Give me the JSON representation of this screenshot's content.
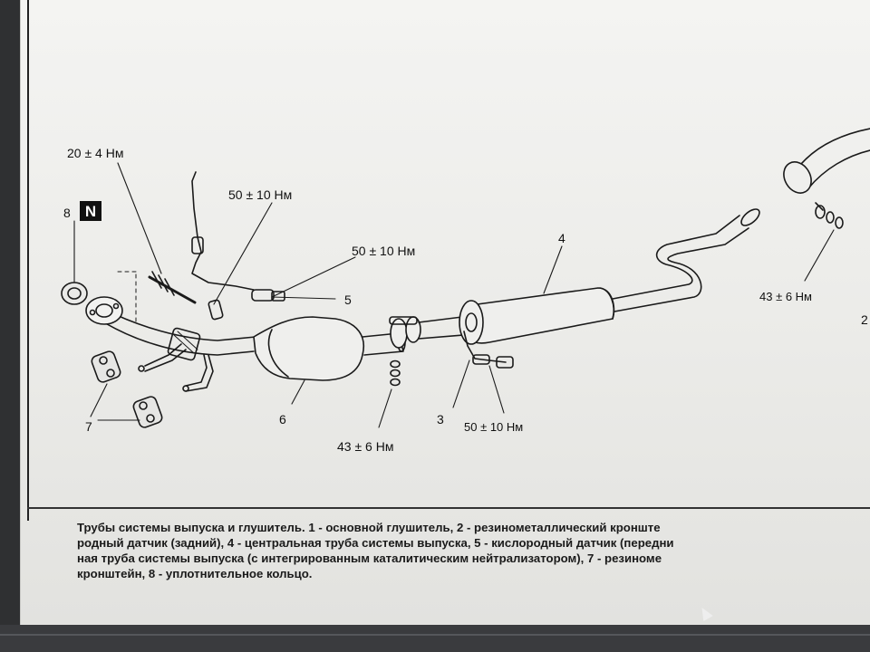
{
  "diagram": {
    "torques": {
      "sensor_front_stud": "20 ± 4 Нм",
      "sensor_front_top": "50 ± 10 Нм",
      "sensor_front_right": "50 ± 10 Нм",
      "flange_center": "43 ± 6 Нм",
      "rear_sensor": "50 ± 10 Нм",
      "rear_bracket": "43 ± 6 Нм"
    },
    "callouts": {
      "c8": "8",
      "c8_badge": "N",
      "c7": "7",
      "c6": "6",
      "c5": "5",
      "c4": "4",
      "c3": "3",
      "c2": "2"
    }
  },
  "caption": {
    "line1": "Трубы системы выпуска и глушитель. 1 - основной глушитель, 2 - резинометаллический кронште",
    "line2": "родный датчик (задний), 4 - центральная труба системы выпуска, 5 - кислородный датчик (передни",
    "line3": "ная труба системы выпуска (с интегрированным каталитическим нейтрализатором), 7 - резиноме",
    "line4": "кронштейн, 8 - уплотнительное кольцо."
  }
}
